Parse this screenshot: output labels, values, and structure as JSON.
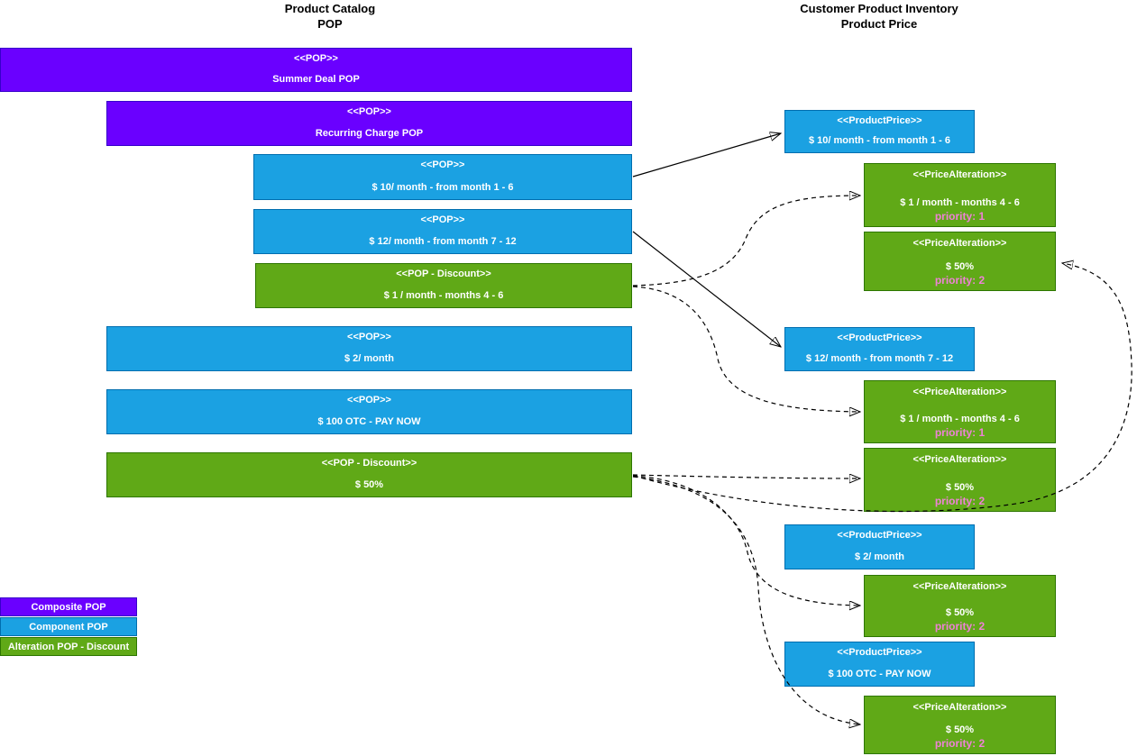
{
  "titles": {
    "catalog": {
      "line1": "Product Catalog",
      "line2": "POP"
    },
    "inventory": {
      "line1": "Customer Product Inventory",
      "line2": "Product Price"
    }
  },
  "catalog_boxes": [
    {
      "stereotype": "<<POP>>",
      "value": "Summer Deal POP",
      "kind": "composite"
    },
    {
      "stereotype": "<<POP>>",
      "value": "Recurring Charge POP",
      "kind": "composite"
    },
    {
      "stereotype": "<<POP>>",
      "value": "$ 10/ month - from month 1 - 6",
      "kind": "component"
    },
    {
      "stereotype": "<<POP>>",
      "value": "$ 12/ month - from month 7 - 12",
      "kind": "component"
    },
    {
      "stereotype": "<<POP - Discount>>",
      "value": "$ 1 / month - months 4 - 6",
      "kind": "alteration"
    },
    {
      "stereotype": "<<POP>>",
      "value": "$ 2/ month",
      "kind": "component"
    },
    {
      "stereotype": "<<POP>>",
      "value": "$ 100 OTC - PAY NOW",
      "kind": "component"
    },
    {
      "stereotype": "<<POP - Discount>>",
      "value": "$ 50%",
      "kind": "alteration"
    }
  ],
  "inventory_boxes": [
    {
      "stereotype": "<<ProductPrice>>",
      "value": "$ 10/ month - from month 1 - 6"
    },
    {
      "stereotype": "<<PriceAlteration>>",
      "value": "$ 1 / month - months 4 - 6",
      "priority": "priority: 1"
    },
    {
      "stereotype": "<<PriceAlteration>>",
      "value": "$ 50%",
      "priority": "priority: 2"
    },
    {
      "stereotype": "<<ProductPrice>>",
      "value": "$ 12/ month - from month 7 - 12"
    },
    {
      "stereotype": "<<PriceAlteration>>",
      "value": "$ 1 / month - months 4 - 6",
      "priority": "priority: 1"
    },
    {
      "stereotype": "<<PriceAlteration>>",
      "value": "$ 50%",
      "priority": "priority: 2"
    },
    {
      "stereotype": "<<ProductPrice>>",
      "value": "$ 2/ month"
    },
    {
      "stereotype": "<<PriceAlteration>>",
      "value": "$ 50%",
      "priority": "priority: 2"
    },
    {
      "stereotype": "<<ProductPrice>>",
      "value": "$ 100 OTC - PAY NOW"
    },
    {
      "stereotype": "<<PriceAlteration>>",
      "value": "$ 50%",
      "priority": "priority: 2"
    }
  ],
  "legend": [
    {
      "label": "Composite POP",
      "kind": "composite"
    },
    {
      "label": "Component POP",
      "kind": "component"
    },
    {
      "label": "Alteration POP - Discount",
      "kind": "alteration"
    }
  ],
  "colors": {
    "composite_fill": "#6a00ff",
    "composite_border": "#3700cc",
    "component_fill": "#1ba1e2",
    "component_border": "#006eaf",
    "alteration_fill": "#60a917",
    "alteration_border": "#2d7600",
    "priority_text": "#ee82d6",
    "node_text": "#ffffff",
    "connector": "#000000"
  }
}
